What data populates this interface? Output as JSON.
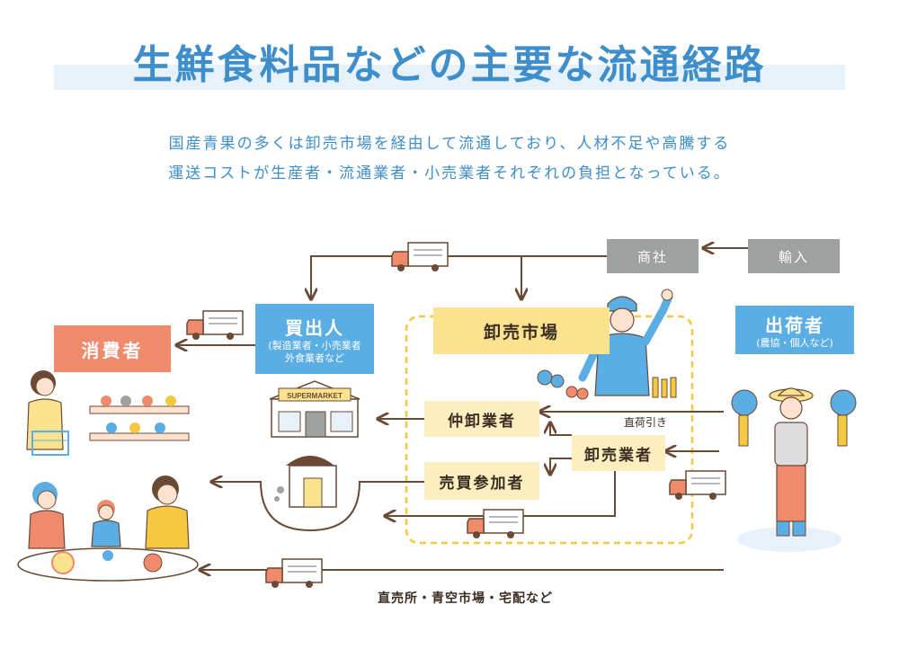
{
  "header": {
    "title": "生鮮食料品などの主要な流通経路",
    "subtitle_lines": [
      "国産青果の多くは卸売市場を経由して流通しており、人材不足や高騰する",
      "運送コストが生産者・流通業者・小売業者それぞれの負担となっている。"
    ]
  },
  "nodes": {
    "shosha": "商社",
    "yunyu": "輸入",
    "kaidashinin": {
      "label": "買出人",
      "sub": [
        "(製造業者・小売業者",
        "外食業者など"
      ]
    },
    "oroshiuri_ichiba": "卸売市場",
    "shukkasha": {
      "label": "出荷者",
      "sub": "(農協・個人など)"
    },
    "shohisha": "消費者",
    "nakaoroshi": "仲卸業者",
    "oroshiuri_gyosha": "卸売業者",
    "baibai_sankasha": "売買参加者"
  },
  "labels": {
    "chokka_biki": "直荷引き",
    "direct_route": "直売所・青空市場・宅配など",
    "supermarket_sign": "SUPERMARKET"
  },
  "colors": {
    "accent_blue": "#3d8ecb",
    "box_blue": "#5aaee3",
    "gray": "#9fa0a0",
    "salmon": "#ef8a6c",
    "yellow": "#fbe28f",
    "cream": "#fdeec0",
    "line": "#6b4a35",
    "dashed_border": "#f5c842"
  },
  "icons": [
    "truck-icon",
    "supermarket-icon",
    "shop-icon",
    "worker-icon",
    "farmer-icon",
    "shopper-icon",
    "family-icon",
    "vegetables-icon"
  ]
}
